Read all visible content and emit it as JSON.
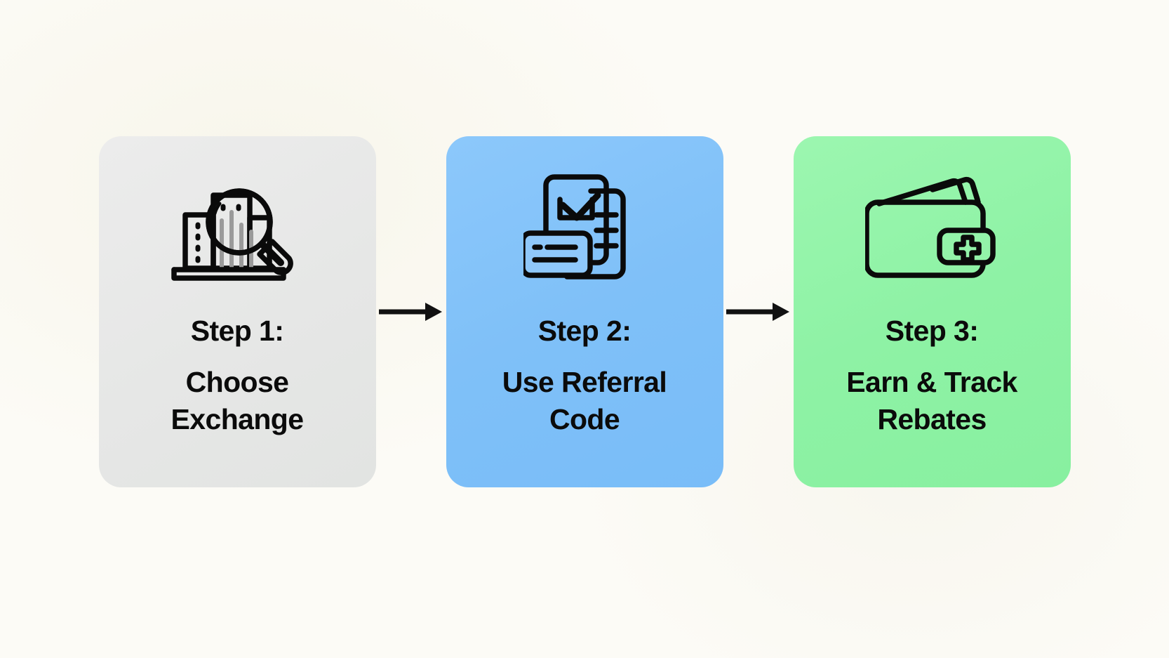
{
  "graphic": {
    "type": "three-step-process-flow",
    "background_color": "#FCFBF6",
    "text_color": "#0B0B0B"
  },
  "steps": [
    {
      "id": "step-1",
      "icon": "building-search-icon",
      "title": "Step 1:",
      "description": "Choose Exchange",
      "card_color": "#E7E8E7"
    },
    {
      "id": "step-2",
      "icon": "document-checklist-icon",
      "title": "Step 2:",
      "description": "Use Referral Code",
      "card_color": "#82C2F8"
    },
    {
      "id": "step-3",
      "icon": "wallet-plus-icon",
      "title": "Step 3:",
      "description": "Earn & Track Rebates",
      "card_color": "#90F2A8"
    }
  ],
  "connectors": [
    {
      "id": "connector-1-2",
      "icon": "arrow-right-icon",
      "color": "#111111"
    },
    {
      "id": "connector-2-3",
      "icon": "arrow-right-icon",
      "color": "#111111"
    }
  ]
}
